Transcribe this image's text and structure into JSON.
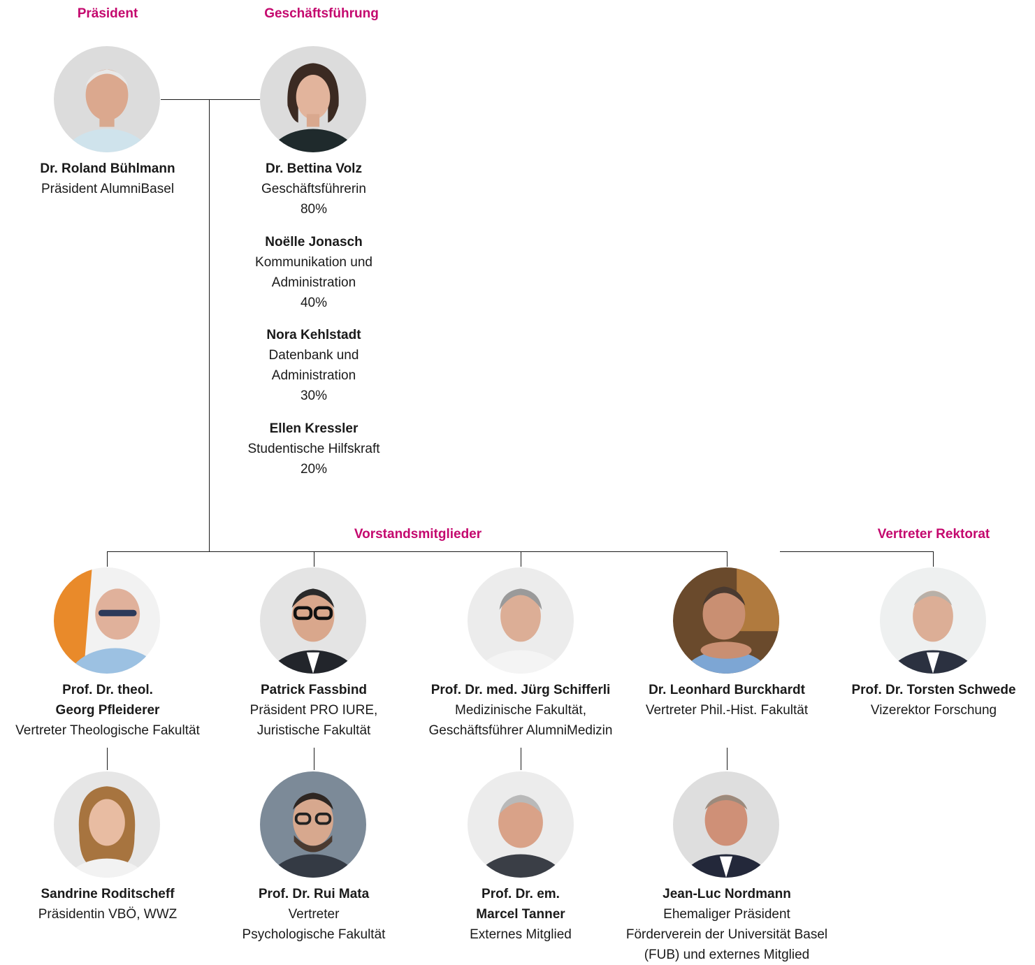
{
  "headings": {
    "president": "Präsident",
    "management": "Geschäftsführung",
    "board": "Vorstandsmitglieder",
    "rectorate": "Vertreter Rektorat"
  },
  "colors": {
    "accent": "#c4086e",
    "line": "#1a1a1a",
    "photo_bg": "#e6e6e6"
  },
  "president": {
    "name": "Dr. Roland Bühlmann",
    "lines": [
      "Präsident AlumniBasel"
    ]
  },
  "staff": [
    {
      "name": "Dr. Bettina Volz",
      "lines": [
        "Geschäftsführerin",
        "80%"
      ]
    },
    {
      "name": "Noëlle Jonasch",
      "lines": [
        "Kommunikation und",
        "Administration",
        "40%"
      ]
    },
    {
      "name": "Nora Kehlstadt",
      "lines": [
        "Datenbank und",
        "Administration",
        "30%"
      ]
    },
    {
      "name": "Ellen Kressler",
      "lines": [
        "Studentische Hilfskraft",
        "20%"
      ]
    }
  ],
  "board_row1": [
    {
      "name_lines": [
        "Prof. Dr. theol.",
        "Georg Pfleiderer"
      ],
      "lines": [
        "Vertreter Theologische Fakultät"
      ]
    },
    {
      "name_lines": [
        "Patrick Fassbind"
      ],
      "lines": [
        "Präsident PRO IURE,",
        "Juristische Fakultät"
      ]
    },
    {
      "name_lines": [
        "Prof. Dr. med. Jürg Schifferli"
      ],
      "lines": [
        "Medizinische Fakultät,",
        "Geschäftsführer AlumniMedizin"
      ]
    },
    {
      "name_lines": [
        "Dr. Leonhard Burckhardt"
      ],
      "lines": [
        "Vertreter Phil.-Hist. Fakultät"
      ]
    },
    {
      "name_lines": [
        "Prof. Dr. Torsten Schwede"
      ],
      "lines": [
        "Vizerektor Forschung"
      ]
    }
  ],
  "board_row2": [
    {
      "name_lines": [
        "Sandrine Roditscheff"
      ],
      "lines": [
        "Präsidentin VBÖ, WWZ"
      ]
    },
    {
      "name_lines": [
        "Prof. Dr. Rui Mata"
      ],
      "lines": [
        "Vertreter",
        "Psychologische Fakultät"
      ]
    },
    {
      "name_lines": [
        "Prof. Dr. em.",
        "Marcel Tanner"
      ],
      "lines": [
        "Externes Mitglied"
      ]
    },
    {
      "name_lines": [
        "Jean-Luc Nordmann"
      ],
      "lines": [
        "Ehemaliger Präsident",
        "Förderverein der Universität Basel",
        "(FUB) und externes Mitglied"
      ]
    }
  ]
}
